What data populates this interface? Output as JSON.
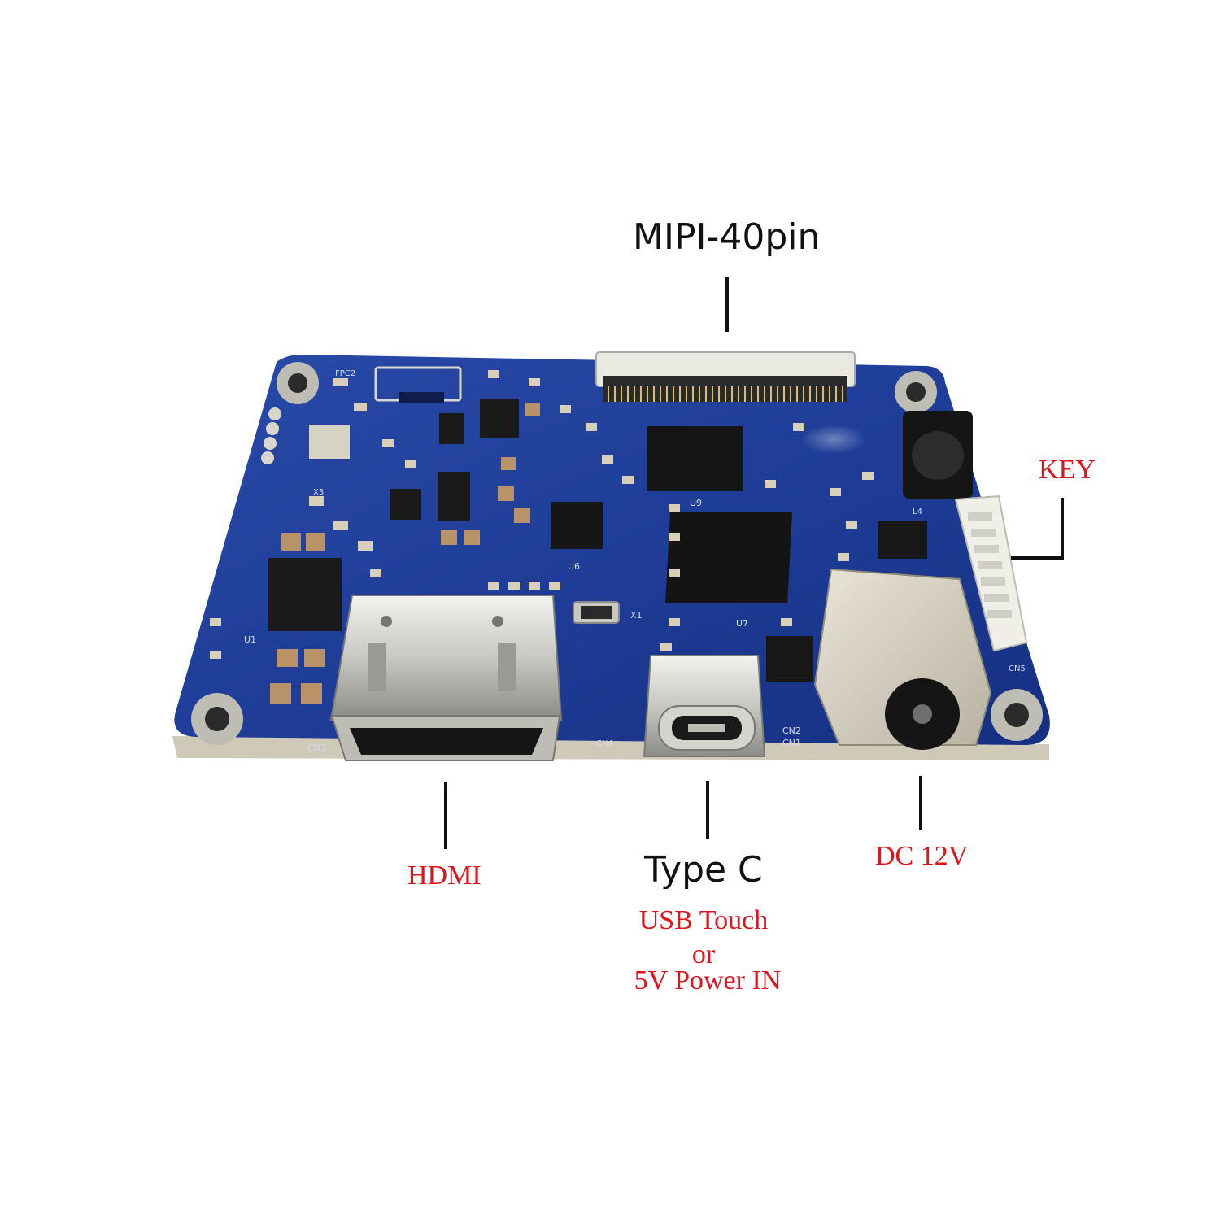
{
  "labels": {
    "mipi": "MIPI-40pin",
    "key": "KEY",
    "hdmi": "HDMI",
    "type_c": "Type C",
    "usb_touch": "USB Touch",
    "or": "or",
    "power_in": "5V Power IN",
    "dc": "DC 12V"
  },
  "silkscreen": {
    "fpc": "FPC2",
    "u1": "U1",
    "u6": "U6",
    "u7": "U7",
    "u9": "U9",
    "x1": "X1",
    "x3": "X3",
    "l4": "L4",
    "cn1": "CN1",
    "cn2": "CN2",
    "cn3": "CN3",
    "cn5": "CN5",
    "cn4": "CN4"
  },
  "colors": {
    "label_red": "#e0141c",
    "pcb_blue": "#1f3f9a",
    "pcb_edge": "#c9c4b6",
    "metal": "#d6d6d0"
  }
}
